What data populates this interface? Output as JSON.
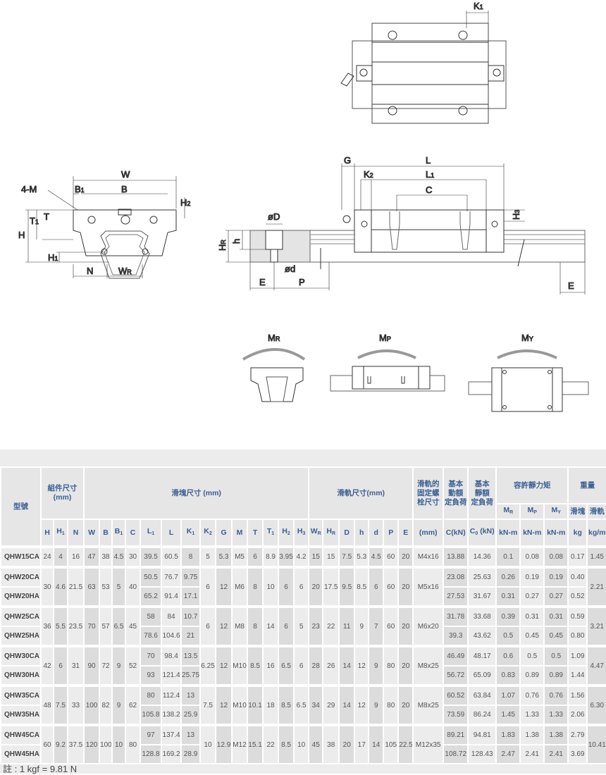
{
  "drawing_labels": {
    "top_view": {
      "K1": "K",
      "K1_sub": "1"
    },
    "cross_section": {
      "W": "W",
      "B": "B",
      "B1": "B",
      "B1_sub": "1",
      "M": "4-M",
      "H": "H",
      "H1": "H",
      "H1_sub": "1",
      "H2": "H",
      "H2_sub": "2",
      "T": "T",
      "T1": "T",
      "T1_sub": "1",
      "N": "N",
      "WR": "W",
      "WR_sub": "R"
    },
    "side_view": {
      "G": "G",
      "L": "L",
      "K2": "K",
      "K2_sub": "2",
      "L1": "L",
      "L1_sub": "1",
      "C": "C",
      "H3": "H",
      "H3_sub": "3",
      "D": "øD",
      "d": "ød",
      "HR": "H",
      "HR_sub": "R",
      "h": "h",
      "E_left": "E",
      "P": "P",
      "E_right": "E"
    },
    "moments": {
      "MR": "M",
      "MR_sub": "R",
      "MP": "M",
      "MP_sub": "P",
      "MY": "M",
      "MY_sub": "Y"
    }
  },
  "table": {
    "headers": {
      "model": "型號",
      "assembly": "組件尺寸",
      "assembly_unit": "(mm)",
      "block": "滑塊尺寸 (mm)",
      "rail": "滑軌尺寸(mm)",
      "bolt_l1": "滑軌的",
      "bolt_l2": "固定螺",
      "bolt_l3": "栓尺寸",
      "dyn_l1": "基本",
      "dyn_l2": "動額",
      "dyn_l3": "定負荷",
      "stat_l1": "基本",
      "stat_l2": "靜額",
      "stat_l3": "定負荷",
      "moment": "容許靜力矩",
      "weight": "重量",
      "MR": "M",
      "MR_sub": "R",
      "MP": "M",
      "MP_sub": "P",
      "MY": "M",
      "MY_sub": "Y",
      "w_block": "滑塊",
      "w_rail": "滑軌",
      "bolt_unit": "(mm)",
      "dyn_unit": "C(kN)",
      "stat_unit_base": "C",
      "stat_unit_sub": "0",
      "stat_unit_tail": " (kN)",
      "moment_unit": "kN-m",
      "w_block_unit": "kg",
      "w_rail_unit": "kg/m"
    },
    "dim_columns": [
      {
        "key": "H",
        "label": "H",
        "sub": ""
      },
      {
        "key": "H1",
        "label": "H",
        "sub": "1"
      },
      {
        "key": "N",
        "label": "N",
        "sub": ""
      },
      {
        "key": "W",
        "label": "W",
        "sub": ""
      },
      {
        "key": "B",
        "label": "B",
        "sub": ""
      },
      {
        "key": "B1",
        "label": "B",
        "sub": "1"
      },
      {
        "key": "C",
        "label": "C",
        "sub": ""
      },
      {
        "key": "L1",
        "label": "L",
        "sub": "1"
      },
      {
        "key": "L",
        "label": "L",
        "sub": ""
      },
      {
        "key": "K1",
        "label": "K",
        "sub": "1"
      },
      {
        "key": "K2",
        "label": "K",
        "sub": "2"
      },
      {
        "key": "G",
        "label": "G",
        "sub": ""
      },
      {
        "key": "M",
        "label": "M",
        "sub": ""
      },
      {
        "key": "T",
        "label": "T",
        "sub": ""
      },
      {
        "key": "T1",
        "label": "T",
        "sub": "1"
      },
      {
        "key": "H2",
        "label": "H",
        "sub": "2"
      },
      {
        "key": "H3",
        "label": "H",
        "sub": "3"
      },
      {
        "key": "WR",
        "label": "W",
        "sub": "R"
      },
      {
        "key": "HR",
        "label": "H",
        "sub": "R"
      },
      {
        "key": "D",
        "label": "D",
        "sub": ""
      },
      {
        "key": "h",
        "label": "h",
        "sub": ""
      },
      {
        "key": "d",
        "label": "d",
        "sub": ""
      },
      {
        "key": "P",
        "label": "P",
        "sub": ""
      },
      {
        "key": "E",
        "label": "E",
        "sub": ""
      }
    ],
    "groups": [
      {
        "shared": {
          "H": "24",
          "H1": "4",
          "N": "16",
          "W": "47",
          "B": "38",
          "B1": "4.5",
          "C": "30",
          "K2": "5",
          "G": "5.3",
          "M": "M5",
          "T": "6",
          "T1": "8.9",
          "H2": "3.95",
          "H3": "4.2",
          "WR": "15",
          "HR": "15",
          "D": "7.5",
          "h": "5.3",
          "d": "4.5",
          "P": "60",
          "E": "20",
          "bolt": "M4x16",
          "wrail": "1.45"
        },
        "rows": [
          {
            "model": "QHW15CA",
            "L1": "39.5",
            "L": "60.5",
            "K1": "8",
            "Cdyn": "13.88",
            "C0": "14.36",
            "MR": "0.1",
            "MP": "0.08",
            "MY": "0.08",
            "wblock": "0.17"
          }
        ]
      },
      {
        "shared": {
          "H": "30",
          "H1": "4.6",
          "N": "21.5",
          "W": "63",
          "B": "53",
          "B1": "5",
          "C": "40",
          "K2": "6",
          "G": "12",
          "M": "M6",
          "T": "8",
          "T1": "10",
          "H2": "6",
          "H3": "6",
          "WR": "20",
          "HR": "17.5",
          "D": "9.5",
          "h": "8.5",
          "d": "6",
          "P": "60",
          "E": "20",
          "bolt": "M5x16",
          "wrail": "2.21"
        },
        "rows": [
          {
            "model": "QHW20CA",
            "L1": "50.5",
            "L": "76.7",
            "K1": "9.75",
            "Cdyn": "23.08",
            "C0": "25.63",
            "MR": "0.26",
            "MP": "0.19",
            "MY": "0.19",
            "wblock": "0.40"
          },
          {
            "model": "QHW20HA",
            "L1": "65.2",
            "L": "91.4",
            "K1": "17.1",
            "Cdyn": "27.53",
            "C0": "31.67",
            "MR": "0.31",
            "MP": "0.27",
            "MY": "0.27",
            "wblock": "0.52"
          }
        ]
      },
      {
        "shared": {
          "H": "36",
          "H1": "5.5",
          "N": "23.5",
          "W": "70",
          "B": "57",
          "B1": "6.5",
          "C": "45",
          "K2": "6",
          "G": "12",
          "M": "M8",
          "T": "8",
          "T1": "14",
          "H2": "6",
          "H3": "5",
          "WR": "23",
          "HR": "22",
          "D": "11",
          "h": "9",
          "d": "7",
          "P": "60",
          "E": "20",
          "bolt": "M6x20",
          "wrail": "3.21"
        },
        "rows": [
          {
            "model": "QHW25CA",
            "L1": "58",
            "L": "84",
            "K1": "10.7",
            "Cdyn": "31.78",
            "C0": "33.68",
            "MR": "0.39",
            "MP": "0.31",
            "MY": "0.31",
            "wblock": "0.59"
          },
          {
            "model": "QHW25HA",
            "L1": "78.6",
            "L": "104.6",
            "K1": "21",
            "Cdyn": "39.3",
            "C0": "43.62",
            "MR": "0.5",
            "MP": "0.45",
            "MY": "0.45",
            "wblock": "0.80"
          }
        ]
      },
      {
        "shared": {
          "H": "42",
          "H1": "6",
          "N": "31",
          "W": "90",
          "B": "72",
          "B1": "9",
          "C": "52",
          "K2": "6.25",
          "G": "12",
          "M": "M10",
          "T": "8.5",
          "T1": "16",
          "H2": "6.5",
          "H3": "6",
          "WR": "28",
          "HR": "26",
          "D": "14",
          "h": "12",
          "d": "9",
          "P": "80",
          "E": "20",
          "bolt": "M8x25",
          "wrail": "4.47"
        },
        "rows": [
          {
            "model": "QHW30CA",
            "L1": "70",
            "L": "98.4",
            "K1": "13.5",
            "Cdyn": "46.49",
            "C0": "48.17",
            "MR": "0.6",
            "MP": "0.5",
            "MY": "0.5",
            "wblock": "1.09"
          },
          {
            "model": "QHW30HA",
            "L1": "93",
            "L": "121.4",
            "K1": "25.75",
            "Cdyn": "56.72",
            "C0": "65.09",
            "MR": "0.83",
            "MP": "0.89",
            "MY": "0.89",
            "wblock": "1.44"
          }
        ]
      },
      {
        "shared": {
          "H": "48",
          "H1": "7.5",
          "N": "33",
          "W": "100",
          "B": "82",
          "B1": "9",
          "C": "62",
          "K2": "7.5",
          "G": "12",
          "M": "M10",
          "T": "10.1",
          "T1": "18",
          "H2": "8.5",
          "H3": "6.5",
          "WR": "34",
          "HR": "29",
          "D": "14",
          "h": "12",
          "d": "9",
          "P": "80",
          "E": "20",
          "bolt": "M8x25",
          "wrail": "6.30"
        },
        "rows": [
          {
            "model": "QHW35CA",
            "L1": "80",
            "L": "112.4",
            "K1": "13",
            "Cdyn": "60.52",
            "C0": "63.84",
            "MR": "1.07",
            "MP": "0.76",
            "MY": "0.76",
            "wblock": "1.56"
          },
          {
            "model": "QHW35HA",
            "L1": "105.8",
            "L": "138.2",
            "K1": "25.9",
            "Cdyn": "73.59",
            "C0": "86.24",
            "MR": "1.45",
            "MP": "1.33",
            "MY": "1.33",
            "wblock": "2.06"
          }
        ]
      },
      {
        "shared": {
          "H": "60",
          "H1": "9.2",
          "N": "37.5",
          "W": "120",
          "B": "100",
          "B1": "10",
          "C": "80",
          "K2": "10",
          "G": "12.9",
          "M": "M12",
          "T": "15.1",
          "T1": "22",
          "H2": "8.5",
          "H3": "10",
          "WR": "45",
          "HR": "38",
          "D": "20",
          "h": "17",
          "d": "14",
          "P": "105",
          "E": "22.5",
          "bolt": "M12x35",
          "wrail": "10.41"
        },
        "rows": [
          {
            "model": "QHW45CA",
            "L1": "97",
            "L": "137.4",
            "K1": "13",
            "Cdyn": "89.21",
            "C0": "94.81",
            "MR": "1.83",
            "MP": "1.38",
            "MY": "1.38",
            "wblock": "2.79"
          },
          {
            "model": "QHW45HA",
            "L1": "128.8",
            "L": "169.2",
            "K1": "28.9",
            "Cdyn": "108.72",
            "C0": "128.43",
            "MR": "2.47",
            "MP": "2.41",
            "MY": "2.41",
            "wblock": "3.69"
          }
        ]
      }
    ],
    "note": "註 : 1 kgf = 9.81 N"
  }
}
